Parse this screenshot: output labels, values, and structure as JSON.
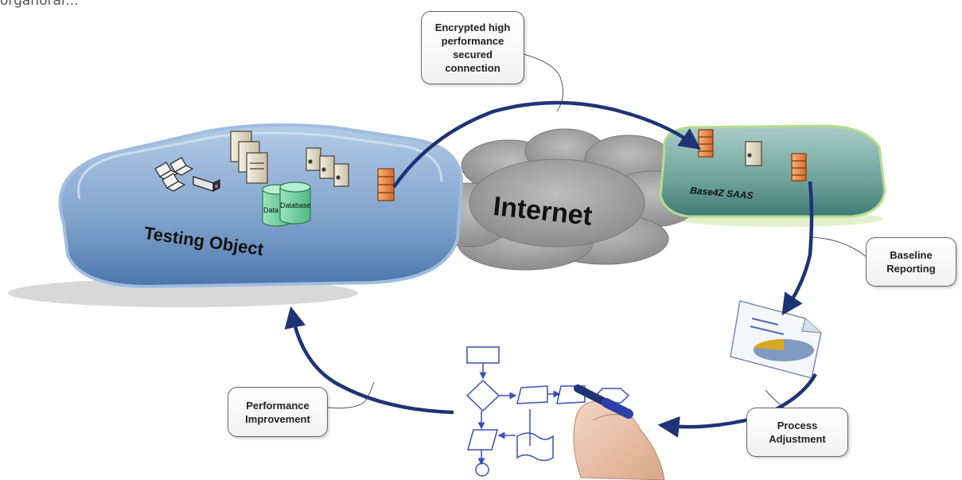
{
  "top_cut_text": "organorar...",
  "internet_label": "Internet",
  "testing_object": {
    "label": "Testing Object",
    "db_labels": [
      "Data",
      "Database"
    ]
  },
  "saas": {
    "label": "Base4Z SAAS"
  },
  "callouts": {
    "encrypted": "Encrypted high\nperformance\nsecured\nconnection",
    "baseline": "Baseline\nReporting",
    "process": "Process\nAdjustment",
    "performance": "Performance\nImprovement"
  },
  "colors": {
    "arrow": "#1d3475",
    "testing_platform": "#7ea2cc",
    "saas_platform": "#6fa39c",
    "cloud": "#a5a5a5",
    "firewall": "#e8853a",
    "database": "#7ed8a8",
    "flowchart": "#3a4fb5"
  },
  "icons": [
    "laptop-icon",
    "projector-icon",
    "server-tower-icon",
    "server-icon",
    "firewall-icon",
    "database-icon",
    "cloud-icon",
    "report-document-icon",
    "pie-chart-icon",
    "flowchart-icon",
    "hand-marker-icon"
  ]
}
